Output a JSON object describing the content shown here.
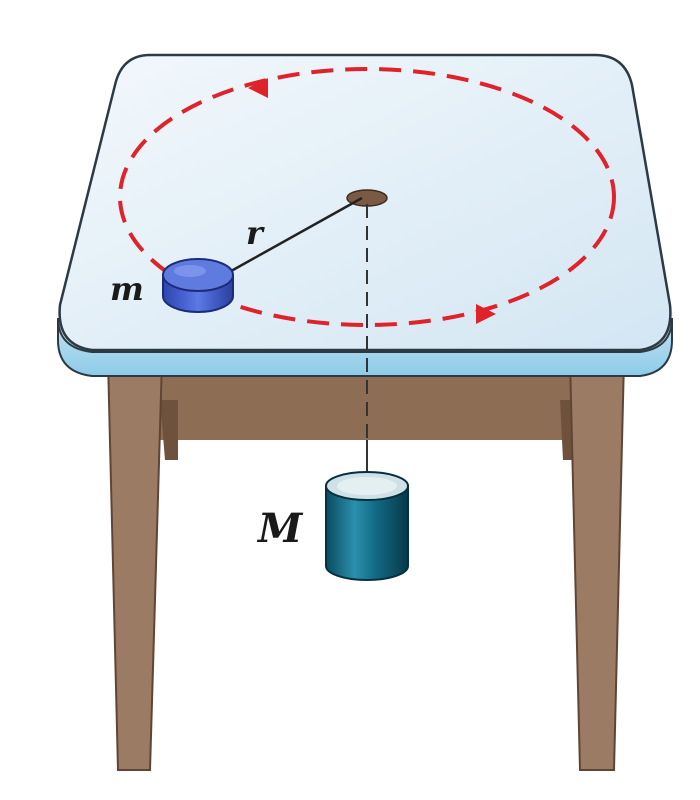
{
  "labels": {
    "mass_small": "m",
    "radius": "r",
    "mass_large": "M"
  },
  "colors": {
    "tabletop": "#dcecf7",
    "tabletop_edge": "#9fd0ea",
    "wood": "#9b7b63",
    "wood_dark": "#7d5f49",
    "path": "#e0222a",
    "puck": "#3b57c9",
    "weight": "#0f5d74",
    "hole": "#7a5a44"
  },
  "icons": {
    "puck": "blue-puck-icon",
    "weight": "hanging-cylinder-icon"
  }
}
